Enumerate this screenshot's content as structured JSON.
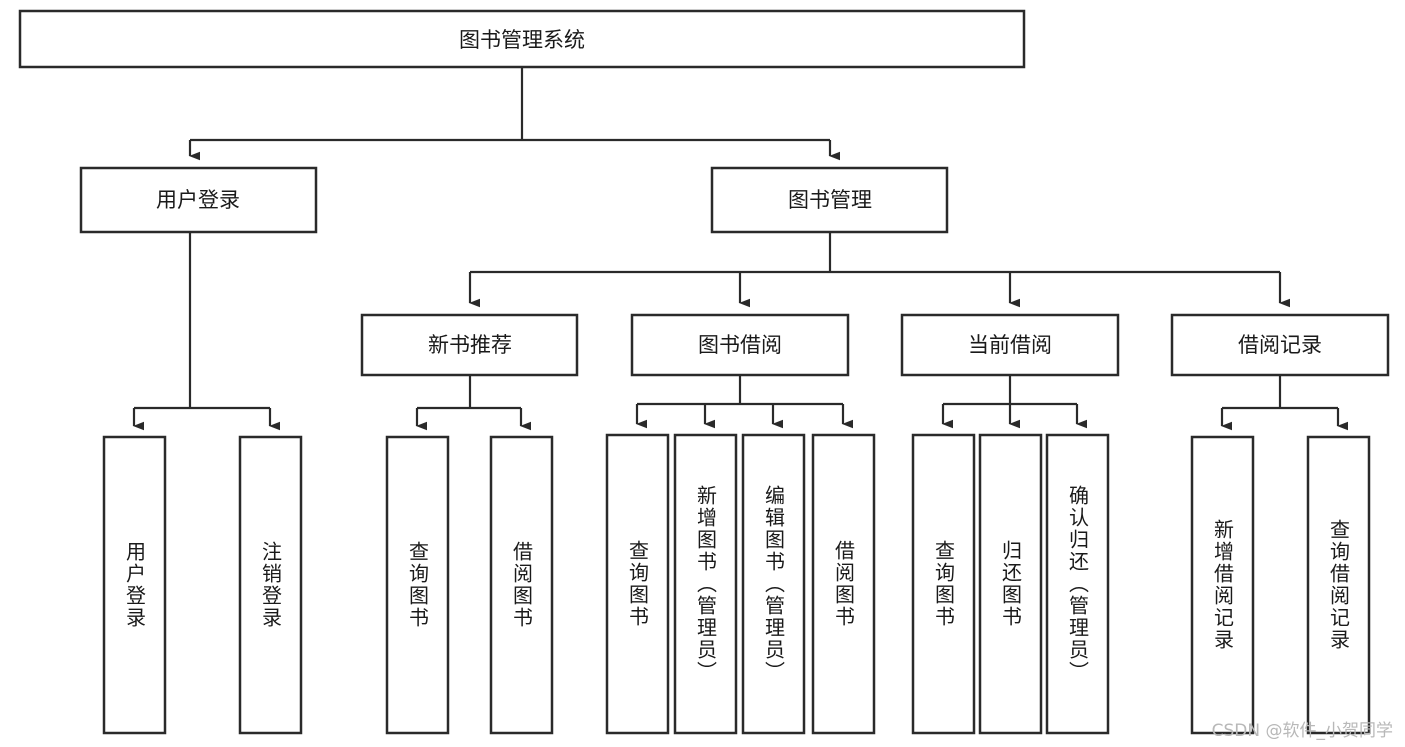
{
  "diagram": {
    "title": "图书管理系统",
    "type": "tree-hierarchy-diagram",
    "colors": {
      "stroke": "#2a2a2a",
      "fill": "#ffffff",
      "text": "#1a1a1a",
      "watermark": "#b8b8b8"
    },
    "root": {
      "label": "图书管理系统"
    },
    "level2": [
      {
        "label": "用户登录"
      },
      {
        "label": "图书管理"
      }
    ],
    "level3": [
      {
        "label": "新书推荐"
      },
      {
        "label": "图书借阅"
      },
      {
        "label": "当前借阅"
      },
      {
        "label": "借阅记录"
      }
    ],
    "leaves": [
      {
        "label": "用户登录",
        "parent": "用户登录"
      },
      {
        "label": "注销登录",
        "parent": "用户登录"
      },
      {
        "label": "查询图书",
        "parent": "新书推荐"
      },
      {
        "label": "借阅图书",
        "parent": "新书推荐"
      },
      {
        "label": "查询图书",
        "parent": "图书借阅"
      },
      {
        "label": "新增图书（管理员）",
        "parent": "图书借阅"
      },
      {
        "label": "编辑图书（管理员）",
        "parent": "图书借阅"
      },
      {
        "label": "借阅图书",
        "parent": "图书借阅"
      },
      {
        "label": "查询图书",
        "parent": "当前借阅"
      },
      {
        "label": "归还图书",
        "parent": "当前借阅"
      },
      {
        "label": "确认归还（管理员）",
        "parent": "当前借阅"
      },
      {
        "label": "新增借阅记录",
        "parent": "借阅记录"
      },
      {
        "label": "查询借阅记录",
        "parent": "借阅记录"
      }
    ],
    "watermark": "CSDN @软件_小贺同学"
  }
}
